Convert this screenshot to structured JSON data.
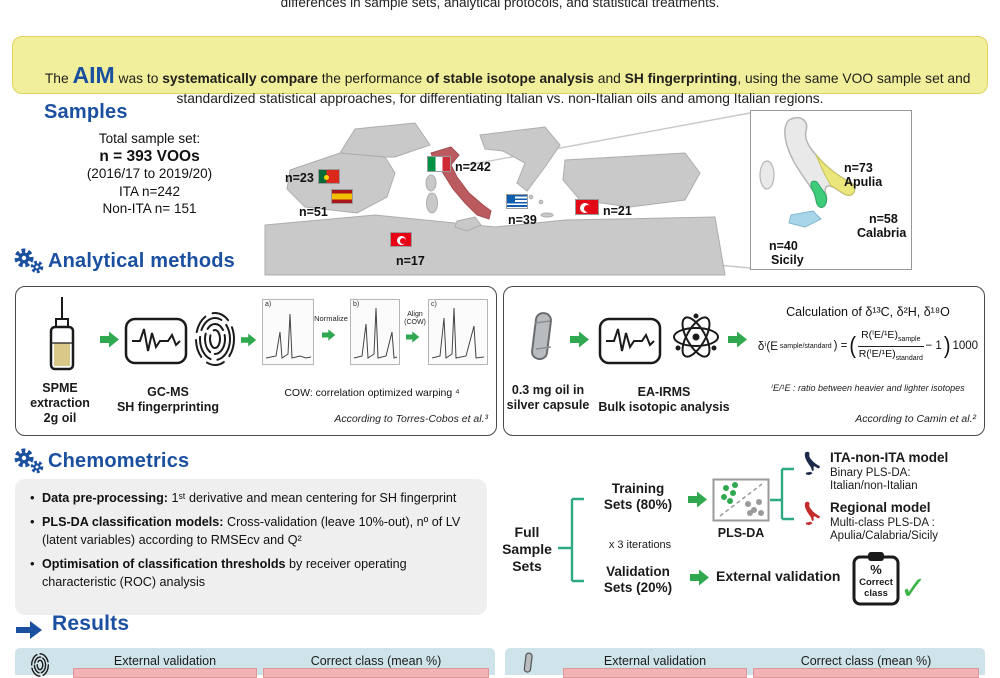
{
  "top_text": "differences in sample sets, analytical protocols, and statistical treatments.",
  "aim": {
    "the": "The ",
    "aim_word": "AIM",
    "r1": " was to ",
    "b1": "systematically compare",
    "r2": " the performance ",
    "b2": "of stable isotope analysis",
    "r3": " and ",
    "b3": "SH fingerprinting",
    "r4": ", using the same VOO sample set and standardized statistical approaches, for differentiating Italian vs. non-Italian oils and among Italian regions."
  },
  "samples": {
    "heading": "Samples",
    "total": {
      "l1": "Total sample set:",
      "l2": "n = 393 VOOs",
      "l3": "(2016/17 to 2019/20)",
      "l4": "ITA n=242",
      "l5": "Non-ITA n= 151"
    },
    "map": {
      "portugal": "n=23",
      "spain": "n=51",
      "italy": "n=242",
      "tunisia": "n=17",
      "greece": "n=39",
      "turkey": "n=21"
    },
    "italy_regions": {
      "apulia_n": "n=73",
      "apulia_name": "Apulia",
      "calabria_n": "n=58",
      "calabria_name": "Calabria",
      "sicily_n": "n=40",
      "sicily_name": "Sicily"
    }
  },
  "analytical": {
    "heading": "Analytical methods",
    "sh": {
      "spme1": "SPME",
      "spme2": "extraction",
      "spme3": "2g oil",
      "gcms1": "GC-MS",
      "gcms2": "SH fingerprinting",
      "a": "a)",
      "b": "b)",
      "c": "c)",
      "normalize": "Normalize",
      "align": "Align (COW)",
      "cow": "COW: correlation optimized warping ⁴",
      "ref": "According to Torres-Cobos et al.³"
    },
    "irms": {
      "cap1": "0.3 mg oil in",
      "cap2": "silver capsule",
      "ea1": "EA-IRMS",
      "ea2": "Bulk isotopic analysis",
      "calc": "Calculation of δ¹³C, δ²H, δ¹⁸O",
      "f_lhs": "δⁱ(E",
      "f_lhs_sub": "sample/standard",
      "f_eq": ") =",
      "f_open": "(",
      "f_r": "R(ⁱE/¹E)",
      "f_num_sub": "sample",
      "f_den_sub": "standard",
      "f_minus": "− 1",
      "f_close": ")",
      "f_times": "1000",
      "note": "ⁱE/¹E : ratio between heavier and lighter isotopes",
      "ref": "According to Camin et al.²"
    }
  },
  "chemometrics": {
    "heading": "Chemometrics",
    "bullets": [
      {
        "bold": "Data pre-processing:",
        "rest": " 1ˢᵗ derivative and mean centering for SH fingerprint"
      },
      {
        "bold": "PLS-DA classification models:",
        "rest": " Cross-validation (leave 10%-out), nº of LV (latent variables) according to RMSEcv and Q²"
      },
      {
        "bold": "Optimisation of classification thresholds",
        "rest": " by receiver operating characteristic (ROC) analysis"
      }
    ],
    "flow": {
      "full1": "Full",
      "full2": "Sample",
      "full3": "Sets",
      "tr1": "Training",
      "tr2": "Sets (80%)",
      "iter": "x 3 iterations",
      "va1": "Validation",
      "va2": "Sets (20%)",
      "plsda": "PLS-DA",
      "external": "External validation",
      "ita_title": "ITA-non-ITA model",
      "ita_l1": "Binary PLS-DA:",
      "ita_l2": "Italian/non-Italian",
      "reg_title": "Regional model",
      "reg_l1": "Multi-class PLS-DA :",
      "reg_l2": "Apulia/Calabria/Sicily",
      "cc_pct": "%",
      "cc1": "Correct",
      "cc2": "class"
    }
  },
  "results": {
    "heading": "Results",
    "h_ext": "External validation",
    "h_cc": "Correct class (mean %)"
  },
  "icons": {
    "check": "✓"
  },
  "colors": {
    "accent_blue": "#1b50a0",
    "aim_bg": "#f2ef9c",
    "arrow_green": "#2fa84f",
    "bracket_teal": "#2fa884",
    "table_blue": "#cfe3ea",
    "row_pink": "#f3b2b4",
    "apulia_yellow": "#ebe77d",
    "calabria_green": "#3ecb7a",
    "sicily_blue": "#a9d5e8",
    "italy_highlight": "#bb5a5f"
  }
}
